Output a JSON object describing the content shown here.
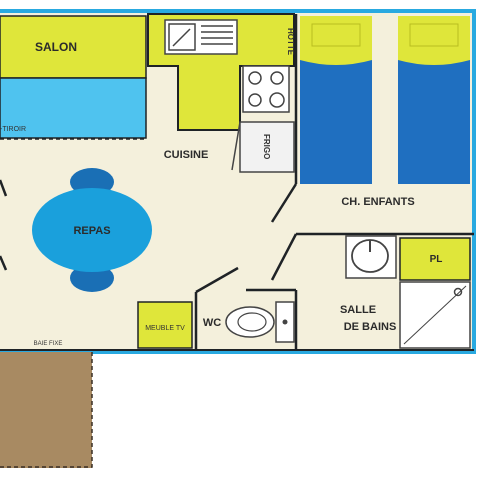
{
  "rooms": {
    "salon": "SALON",
    "cuisine": "CUISINE",
    "repas": "REPAS",
    "chambre_enfants": "CH. ENFANTS",
    "wc": "WC",
    "salle_de_bains_line1": "SALLE",
    "salle_de_bains_line2": "DE BAINS"
  },
  "fixtures": {
    "hotte": "HOTTE",
    "frigo": "FRIGO",
    "tiroir": "-TIROIR",
    "meuble_tv": "MEUBLE TV",
    "pl": "PL",
    "baie_fixe": "BAIE FIXE"
  },
  "colors": {
    "floor": "#f4f0dc",
    "wall": "#1f2326",
    "frame": "#29a9e0",
    "yellow": "#dfe63a",
    "sofa_blue": "#4fc3ef",
    "table_blue": "#1aa0dc",
    "chair_blue": "#1a6fb5",
    "bed_blue": "#1f6fc0",
    "terrace": "#a88a62"
  }
}
